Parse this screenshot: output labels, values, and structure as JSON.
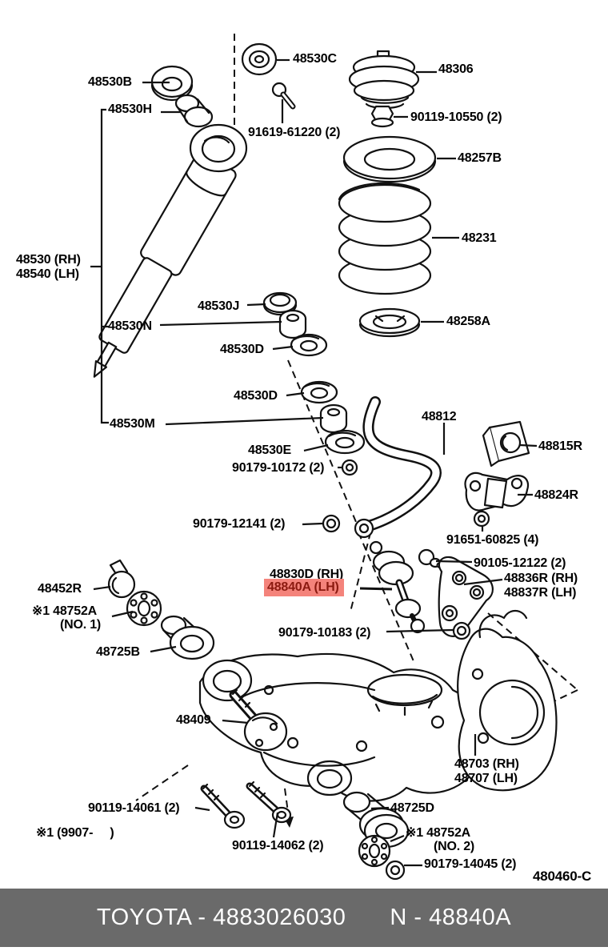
{
  "colors": {
    "highlight_bg": "#f4837b",
    "highlight_text": "#8b1a10",
    "footer_bar": "#6a6a6a",
    "line": "#111111",
    "bg": "#ffffff"
  },
  "labels": {
    "p48530c": "48530C",
    "p48530b": "48530B",
    "p48530h": "48530H",
    "p91619": "91619-61220 (2)",
    "p48306": "48306",
    "p90119_10550": "90119-10550 (2)",
    "p48257b": "48257B",
    "p48231": "48231",
    "p48258a": "48258A",
    "shock_rh": "48530 (RH)",
    "shock_lh": "48540 (LH)",
    "p48530j": "48530J",
    "p48530n": "48530N",
    "p48530d_1": "48530D",
    "p48530d_2": "48530D",
    "p48530m": "48530M",
    "p48530e": "48530E",
    "p90179_10172": "90179-10172 (2)",
    "p48812": "48812",
    "p48815r": "48815R",
    "p48824r": "48824R",
    "p91651": "91651-60825 (4)",
    "p90179_12141": "90179-12141 (2)",
    "p90105": "90105-12122 (2)",
    "link_rh": "48830D (RH)",
    "link_lh": "48840A (LH)",
    "bracket_rh": "48836R (RH)",
    "bracket_lh": "48837R (LH)",
    "p90179_10183": "90179-10183 (2)",
    "p48452r": "48452R",
    "p48752a_1": "※1 48752A",
    "p48752a_1_no": "(NO. 1)",
    "p48725b": "48725B",
    "p48409": "48409",
    "knuckle_rh": "48703 (RH)",
    "knuckle_lh": "48707 (LH)",
    "p90119_14061": "90119-14061 (2)",
    "note_applicability": "※1 (9907-     )",
    "p90119_14062": "90119-14062 (2)",
    "p48725d": "48725D",
    "p48752a_2": "※1 48752A",
    "p48752a_2_no": "(NO. 2)",
    "p90179_14045": "90179-14045 (2)",
    "diagram_code": "480460-C"
  },
  "footer": {
    "brand_part": "TOYOTA - 4883026030",
    "ref": "N - 48840A"
  }
}
